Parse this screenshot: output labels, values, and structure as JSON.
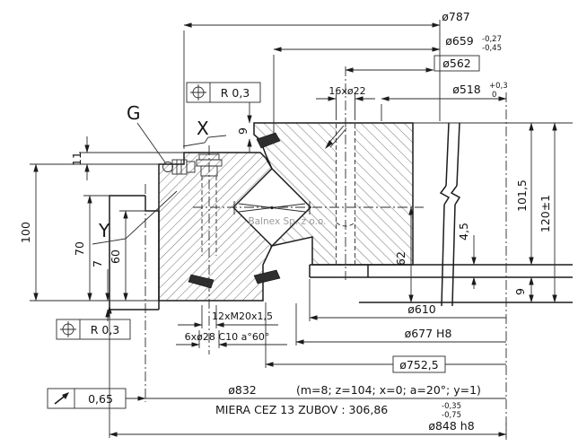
{
  "watermark": "Balnex Sp. z o.o.",
  "view_labels": {
    "g": "G",
    "x": "X",
    "y": "Y"
  },
  "feature_frames": {
    "top_position": {
      "symbol_name": "position-tolerance",
      "value": "R 0,3"
    },
    "bottom_position": {
      "symbol_name": "position-tolerance",
      "value": "R 0,3"
    },
    "slope": {
      "symbol_name": "slope-arrow",
      "value": "0,65"
    }
  },
  "dims": {
    "d787": "ø787",
    "d659": "ø659",
    "d659_tu": "-0,27",
    "d659_tl": "-0,45",
    "d562": "ø562",
    "d518": "ø518",
    "d518_tu": "+0,3",
    "d518_tl": "0",
    "holes_top": "16xø22",
    "v11": "11",
    "v9_top": "9",
    "v100": "100",
    "v70": "70",
    "v60": "60",
    "v7": "7",
    "v101": "101,5",
    "v120": "120±1",
    "v45": "4,5",
    "v62": "62",
    "v9_right": "9",
    "m20": "12xM20x1,5",
    "c28": "6xø28 C10 a°60°",
    "d610": "ø610",
    "d677": "ø677 H8",
    "d752": "ø752,5",
    "d832": "ø832",
    "gear_params": "(m=8; z=104; x=0; a=20°; y=1)",
    "miera": "MIERA CEZ 13 ZUBOV : 306,86",
    "miera_tu": "-0,35",
    "miera_tl": "-0,75",
    "d848": "ø848 h8"
  }
}
